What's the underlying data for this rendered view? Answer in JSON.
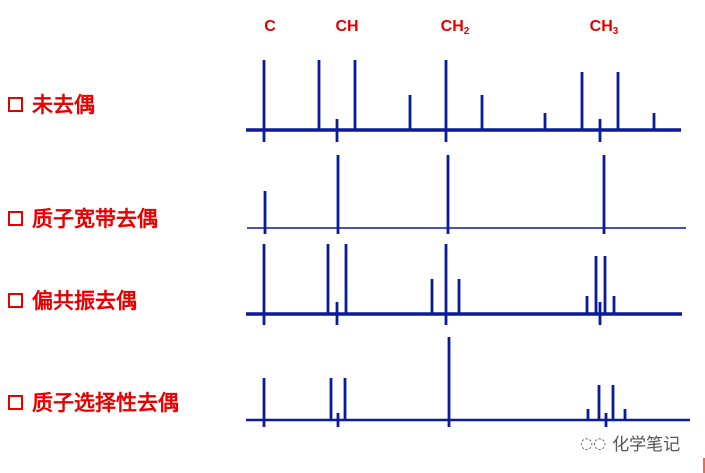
{
  "columns": {
    "c": "C",
    "ch": "CH",
    "ch2": "CH",
    "ch2_sub": "2",
    "ch3": "CH",
    "ch3_sub": "3"
  },
  "rows": [
    {
      "label": "未去偶"
    },
    {
      "label": "质子宽带去偶"
    },
    {
      "label": "偏共振去偶"
    },
    {
      "label": "质子选择性去偶"
    }
  ],
  "watermark": "化学笔记",
  "colors": {
    "label": "#e60000",
    "spectrum": "#0a1a9a"
  }
}
